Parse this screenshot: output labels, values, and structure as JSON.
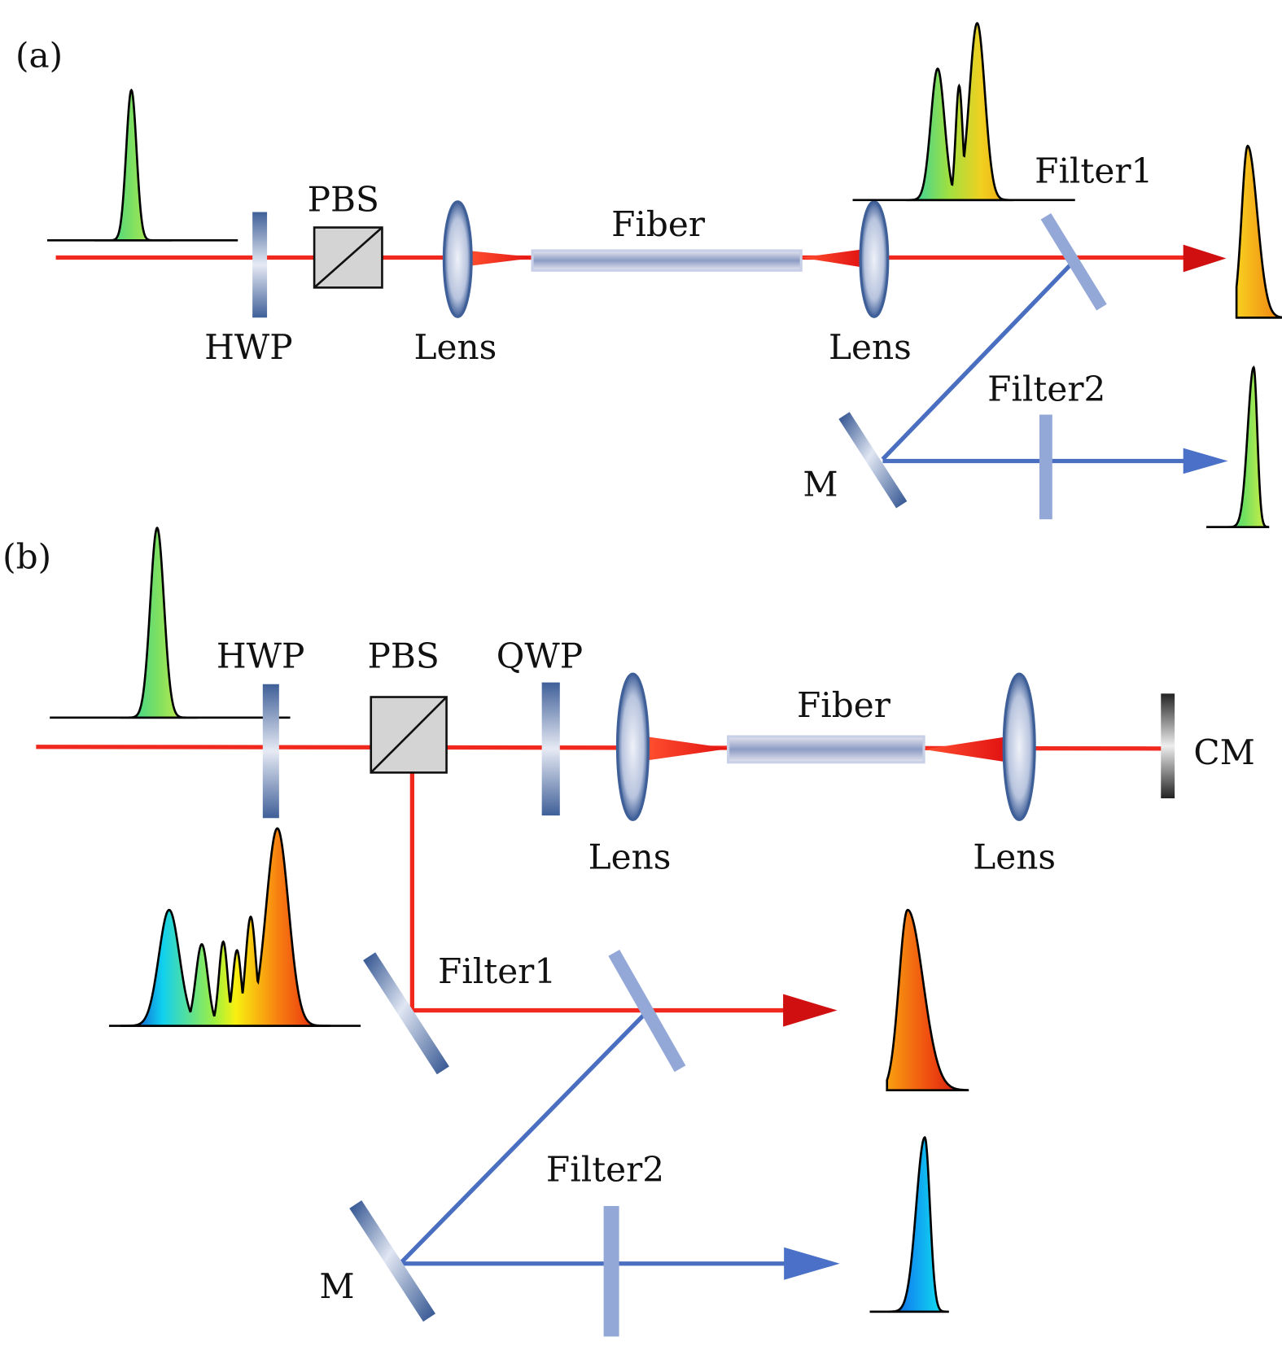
{
  "panel_a": {
    "label": "(a)",
    "components": {
      "hwp": "HWP",
      "pbs": "PBS",
      "lens1": "Lens",
      "fiber": "Fiber",
      "lens2": "Lens",
      "filter1": "Filter1",
      "filter2": "Filter2",
      "mirror": "M"
    }
  },
  "panel_b": {
    "label": "(b)",
    "components": {
      "hwp": "HWP",
      "pbs": "PBS",
      "qwp": "QWP",
      "lens1": "Lens",
      "fiber": "Fiber",
      "lens2": "Lens",
      "cm": "CM",
      "filter1": "Filter1",
      "filter2": "Filter2",
      "mirror": "M"
    }
  },
  "colors": {
    "red_beam": "#f0281e",
    "blue_beam": "#4a6fc0",
    "optic_dark": "#3f5f98",
    "optic_light": "#e4e8f2",
    "filter": "#94a8d8"
  }
}
